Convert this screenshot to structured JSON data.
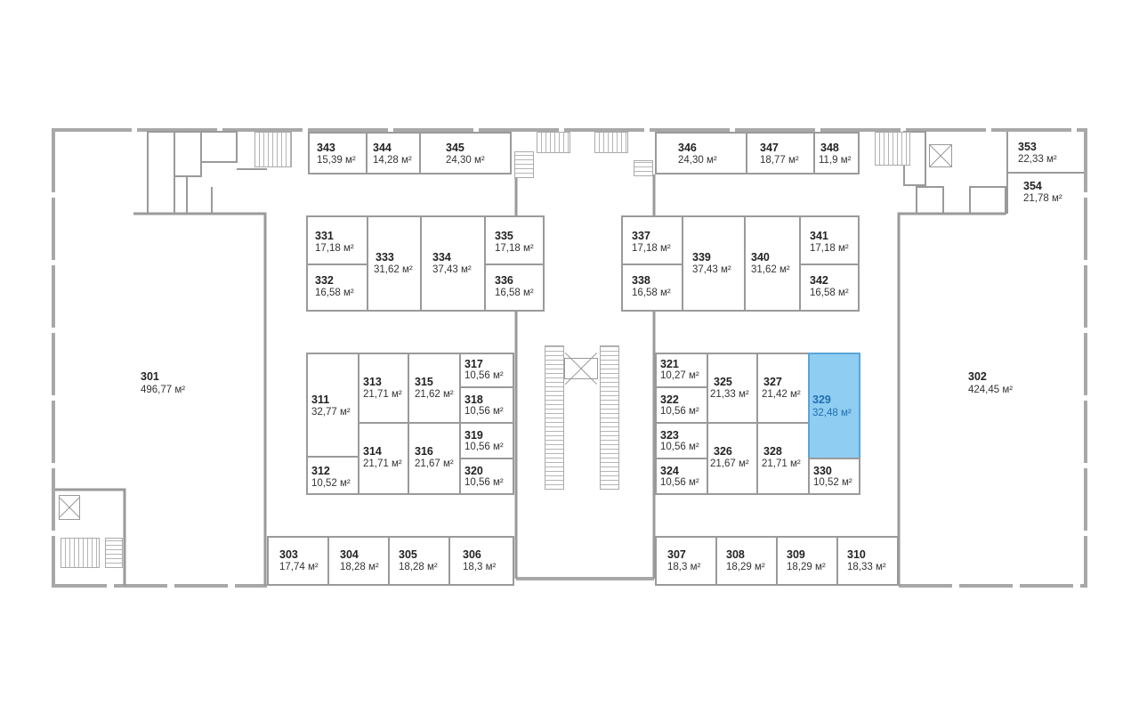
{
  "floor_plan": {
    "area_unit": "м²",
    "selected_room": "329",
    "colors": {
      "wall": "#9a9a9a",
      "selected_fill": "#8fcdf2",
      "selected_text": "#1f6fb0",
      "background": "#ffffff"
    },
    "rooms": [
      {
        "number": "301",
        "area": "496,77 м²"
      },
      {
        "number": "302",
        "area": "424,45 м²"
      },
      {
        "number": "303",
        "area": "17,74 м²"
      },
      {
        "number": "304",
        "area": "18,28 м²"
      },
      {
        "number": "305",
        "area": "18,28 м²"
      },
      {
        "number": "306",
        "area": "18,3 м²"
      },
      {
        "number": "307",
        "area": "18,3 м²"
      },
      {
        "number": "308",
        "area": "18,29 м²"
      },
      {
        "number": "309",
        "area": "18,29 м²"
      },
      {
        "number": "310",
        "area": "18,33 м²"
      },
      {
        "number": "311",
        "area": "32,77 м²"
      },
      {
        "number": "312",
        "area": "10,52 м²"
      },
      {
        "number": "313",
        "area": "21,71 м²"
      },
      {
        "number": "314",
        "area": "21,71 м²"
      },
      {
        "number": "315",
        "area": "21,62 м²"
      },
      {
        "number": "316",
        "area": "21,67 м²"
      },
      {
        "number": "317",
        "area": "10,56 м²"
      },
      {
        "number": "318",
        "area": "10,56 м²"
      },
      {
        "number": "319",
        "area": "10,56 м²"
      },
      {
        "number": "320",
        "area": "10,56 м²"
      },
      {
        "number": "321",
        "area": "10,27 м²"
      },
      {
        "number": "322",
        "area": "10,56 м²"
      },
      {
        "number": "323",
        "area": "10,56 м²"
      },
      {
        "number": "324",
        "area": "10,56 м²"
      },
      {
        "number": "325",
        "area": "21,33 м²"
      },
      {
        "number": "326",
        "area": "21,67 м²"
      },
      {
        "number": "327",
        "area": "21,42 м²"
      },
      {
        "number": "328",
        "area": "21,71 м²"
      },
      {
        "number": "329",
        "area": "32,48 м²"
      },
      {
        "number": "330",
        "area": "10,52 м²"
      },
      {
        "number": "331",
        "area": "17,18 м²"
      },
      {
        "number": "332",
        "area": "16,58 м²"
      },
      {
        "number": "333",
        "area": "31,62 м²"
      },
      {
        "number": "334",
        "area": "37,43 м²"
      },
      {
        "number": "335",
        "area": "17,18 м²"
      },
      {
        "number": "336",
        "area": "16,58 м²"
      },
      {
        "number": "337",
        "area": "17,18 м²"
      },
      {
        "number": "338",
        "area": "16,58 м²"
      },
      {
        "number": "339",
        "area": "37,43 м²"
      },
      {
        "number": "340",
        "area": "31,62 м²"
      },
      {
        "number": "341",
        "area": "17,18 м²"
      },
      {
        "number": "342",
        "area": "16,58 м²"
      },
      {
        "number": "343",
        "area": "15,39 м²"
      },
      {
        "number": "344",
        "area": "14,28 м²"
      },
      {
        "number": "345",
        "area": "24,30 м²"
      },
      {
        "number": "346",
        "area": "24,30 м²"
      },
      {
        "number": "347",
        "area": "18,77 м²"
      },
      {
        "number": "348",
        "area": "11,9 м²"
      },
      {
        "number": "353",
        "area": "22,33 м²"
      },
      {
        "number": "354",
        "area": "21,78 м²"
      }
    ]
  }
}
